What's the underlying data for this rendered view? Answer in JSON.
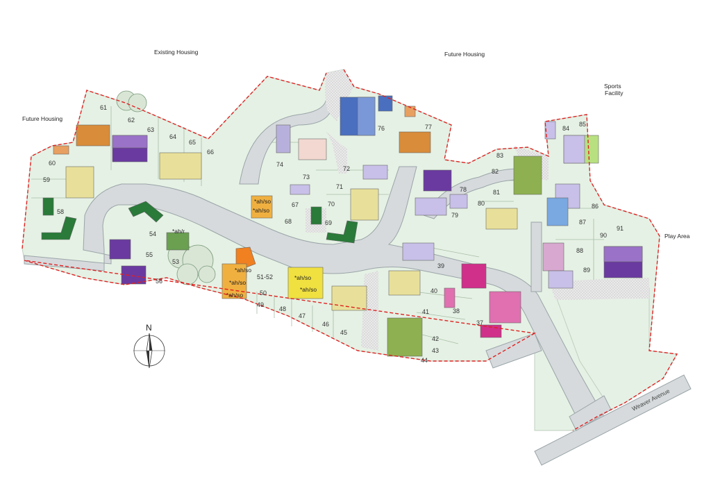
{
  "labels": {
    "existing_housing": "Existing Housing",
    "future_housing_left": "Future Housing",
    "future_housing_top": "Future Housing",
    "sports_facility_line1": "Sports",
    "sports_facility_line2": "Facility",
    "play_area": "Play Area",
    "road": "Weaver Avenue",
    "compass": "N"
  },
  "affordable_labels": [
    "*ah/so",
    "*ah/so",
    "*ah/so",
    "*ah/so",
    "*ah/so",
    "*ah/so",
    "*ah/so",
    "*ah/r"
  ],
  "plots": [
    {
      "label": "61"
    },
    {
      "label": "62"
    },
    {
      "label": "63"
    },
    {
      "label": "64"
    },
    {
      "label": "65"
    },
    {
      "label": "66"
    },
    {
      "label": "60"
    },
    {
      "label": "59"
    },
    {
      "label": "58"
    },
    {
      "label": "74"
    },
    {
      "label": "73"
    },
    {
      "label": "72"
    },
    {
      "label": "71"
    },
    {
      "label": "70"
    },
    {
      "label": "69"
    },
    {
      "label": "68"
    },
    {
      "label": "67"
    },
    {
      "label": "76"
    },
    {
      "label": "77"
    },
    {
      "label": "78"
    },
    {
      "label": "79"
    },
    {
      "label": "80"
    },
    {
      "label": "81"
    },
    {
      "label": "82"
    },
    {
      "label": "83"
    },
    {
      "label": "84"
    },
    {
      "label": "85"
    },
    {
      "label": "86"
    },
    {
      "label": "87"
    },
    {
      "label": "88"
    },
    {
      "label": "89"
    },
    {
      "label": "90"
    },
    {
      "label": "91"
    },
    {
      "label": "54"
    },
    {
      "label": "55"
    },
    {
      "label": "56"
    },
    {
      "label": "53"
    },
    {
      "label": "51-52"
    },
    {
      "label": "50"
    },
    {
      "label": "49"
    },
    {
      "label": "48"
    },
    {
      "label": "47"
    },
    {
      "label": "46"
    },
    {
      "label": "45"
    },
    {
      "label": "44"
    },
    {
      "label": "43"
    },
    {
      "label": "42"
    },
    {
      "label": "41"
    },
    {
      "label": "40"
    },
    {
      "label": "39"
    },
    {
      "label": "38"
    },
    {
      "label": "37"
    }
  ],
  "colors": {
    "plot_fill": "#e5f1e4",
    "boundary": "#e02020",
    "road": "#d6dadc",
    "footpath": "#e8e8e8"
  }
}
